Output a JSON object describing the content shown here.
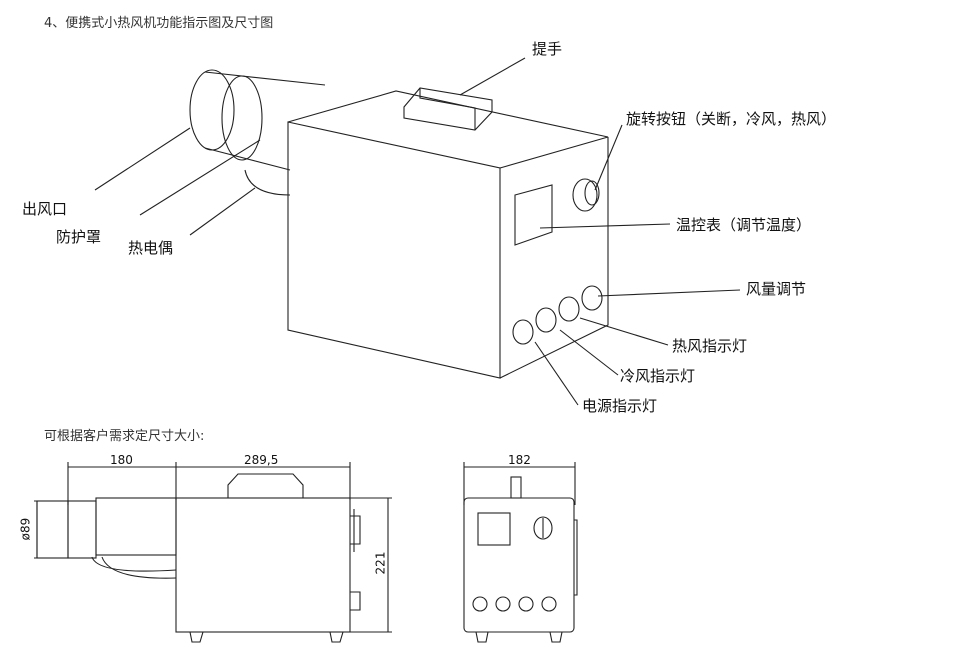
{
  "heading": "4、便携式小热风机功能指示图及尺寸图",
  "subheading": "可根据客户需求定尺寸大小:",
  "labels": {
    "handle": "提手",
    "knob": "旋转按钮（关断，冷风，热风）",
    "outlet": "出风口",
    "guard": "防护罩",
    "thermocouple": "热电偶",
    "thermostat": "温控表（调节温度）",
    "airflow": "风量调节",
    "hot_light": "热风指示灯",
    "cold_light": "冷风指示灯",
    "power_light": "电源指示灯"
  },
  "dimensions": {
    "nozzle_length": "180",
    "body_length": "289,5",
    "diameter": "ø89",
    "height": "221",
    "width": "182"
  }
}
